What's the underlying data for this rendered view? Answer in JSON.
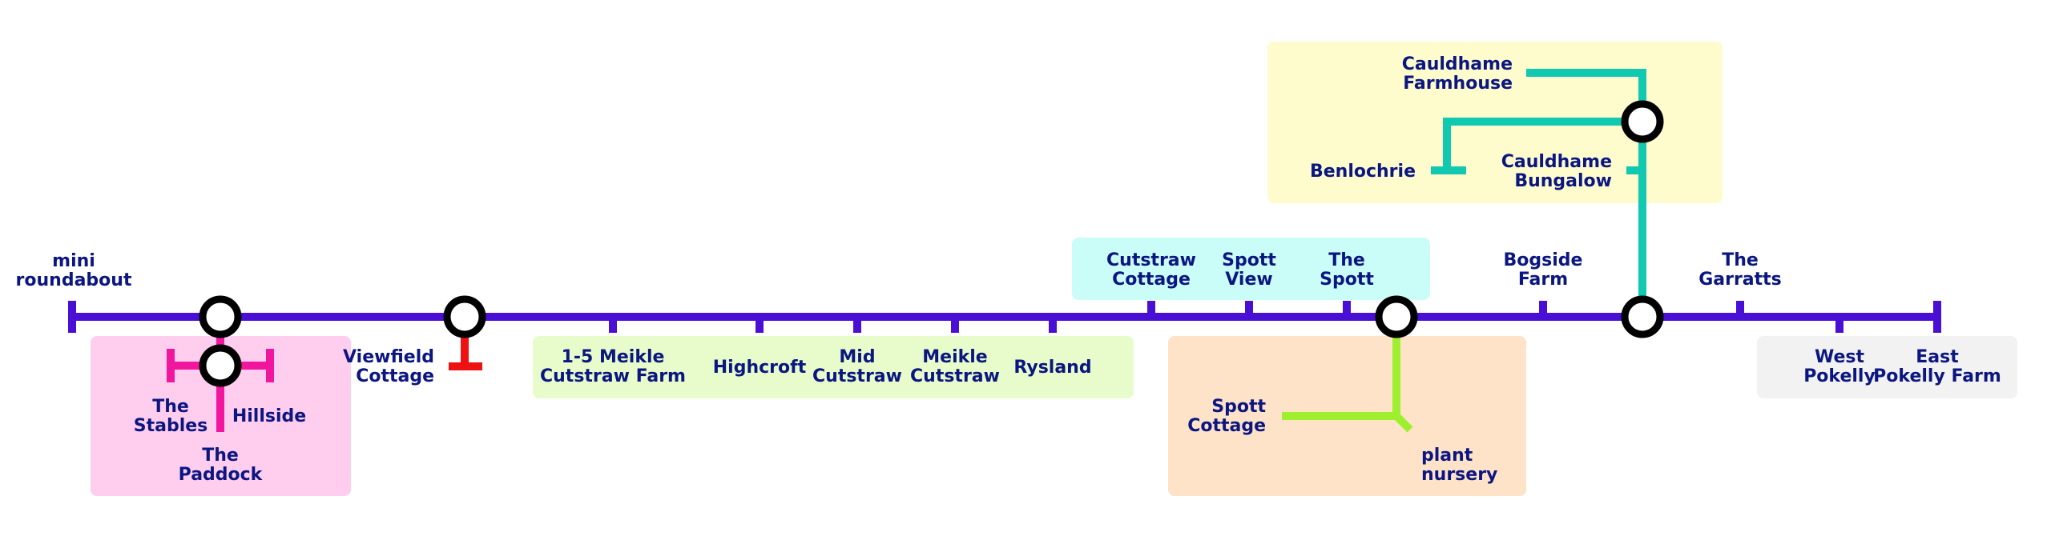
{
  "colors": {
    "main_line": "#4a0fd4",
    "pink_branch": "#f0169e",
    "red_spur": "#ee1111",
    "teal_branch": "#10c9b0",
    "green_branch": "#9ef02e",
    "label_text": "#0b1680",
    "zone_pink": "#ffcdee",
    "zone_green": "#e8fccb",
    "zone_cyan": "#cbfdf8",
    "zone_orange": "#fee3c9",
    "zone_yellow": "#fefccd",
    "zone_grey": "#f2f2f2"
  },
  "labels": {
    "mini_roundabout": [
      "mini",
      "roundabout"
    ],
    "the_stables": [
      "The",
      "Stables"
    ],
    "hillside": [
      "Hillside"
    ],
    "the_paddock": [
      "The",
      "Paddock"
    ],
    "viewfield_cottage": [
      "Viewfield",
      "Cottage"
    ],
    "meikle_cutstraw_farm": [
      "1-5 Meikle",
      "Cutstraw Farm"
    ],
    "highcroft": [
      "Highcroft"
    ],
    "mid_cutstraw": [
      "Mid",
      "Cutstraw"
    ],
    "meikle_cutstraw": [
      "Meikle",
      "Cutstraw"
    ],
    "rysland": [
      "Rysland"
    ],
    "cutstraw_cottage": [
      "Cutstraw",
      "Cottage"
    ],
    "spott_view": [
      "Spott",
      "View"
    ],
    "the_spott": [
      "The",
      "Spott"
    ],
    "spott_cottage": [
      "Spott",
      "Cottage"
    ],
    "plant_nursery": [
      "plant",
      "nursery"
    ],
    "bogside_farm": [
      "Bogside",
      "Farm"
    ],
    "cauldhame_farmhouse": [
      "Cauldhame",
      "Farmhouse"
    ],
    "benlochrie": [
      "Benlochrie"
    ],
    "cauldhame_bungalow": [
      "Cauldhame",
      "Bungalow"
    ],
    "the_garratts": [
      "The",
      "Garratts"
    ],
    "west_pokelly": [
      "West",
      "Pokelly"
    ],
    "east_pokelly_farm": [
      "East",
      "Pokelly Farm"
    ]
  }
}
